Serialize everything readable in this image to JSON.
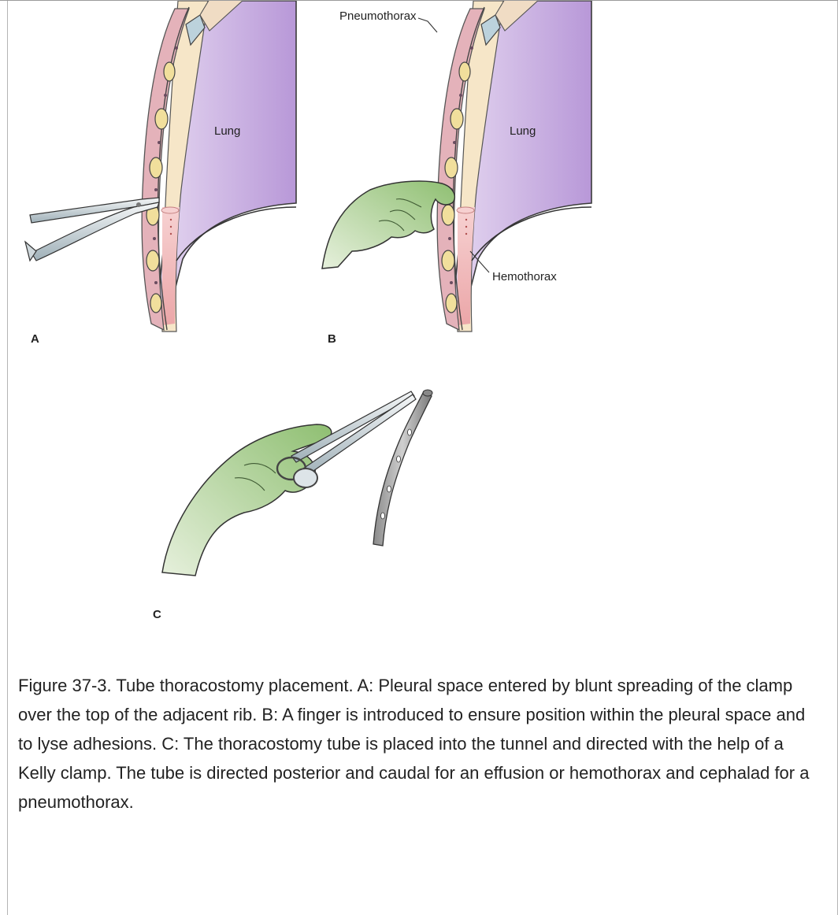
{
  "figure": {
    "panel_letters": {
      "a": "A",
      "b": "B",
      "c": "C"
    },
    "labels": {
      "lung_a": "Lung",
      "lung_b": "Lung",
      "pneumothorax": "Pneumothorax",
      "hemothorax": "Hemothorax"
    },
    "colors": {
      "lung": "#c8aee0",
      "pleura_fat": "#f6e6c8",
      "hemothorax": "#f1b8b8",
      "hand": "#bcd8a8",
      "rib": "#f1df9c",
      "muscle": "#e2a6b2"
    }
  },
  "caption": {
    "text": "Figure 37-3. Tube thoracostomy placement. A: Pleural space entered by blunt spreading of the clamp over the top of the adjacent rib. B: A finger is introduced to ensure position within the pleural space and to lyse adhesions. C: The thoracostomy tube is placed into the tunnel and directed with the help of a Kelly clamp. The tube is directed posterior and caudal for an effusion or hemothorax and cephalad for a pneumothorax."
  }
}
